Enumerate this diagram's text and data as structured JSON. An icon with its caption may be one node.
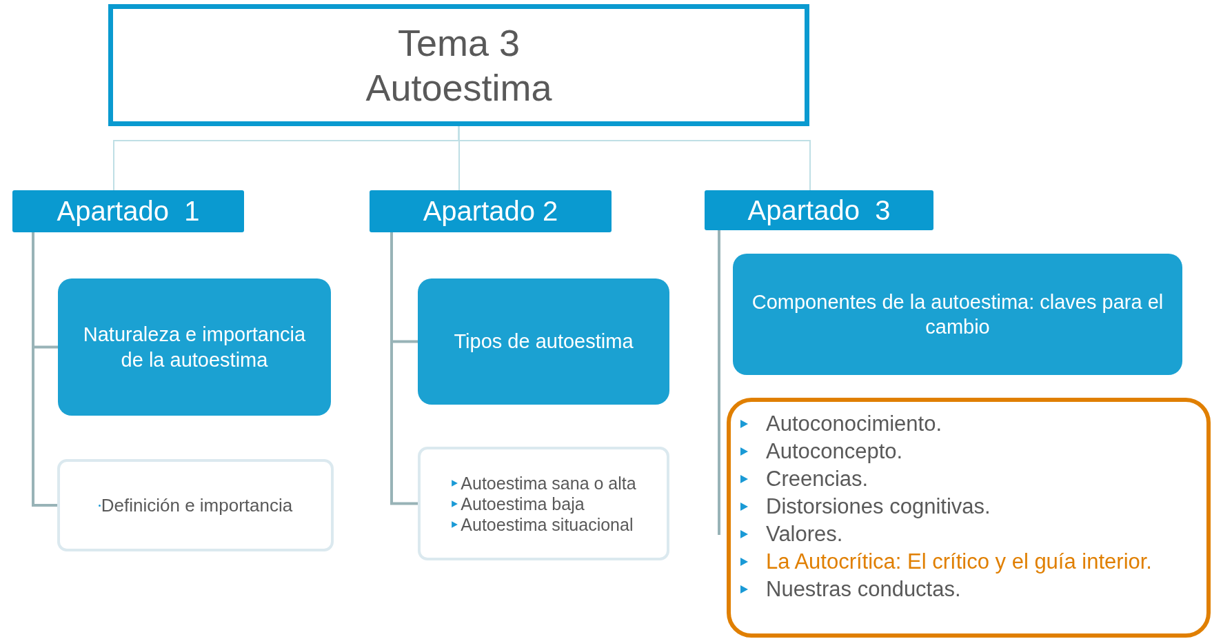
{
  "diagram": {
    "nodes": [
      {
        "text": [
          "Tema 3",
          "Autoestima"
        ]
      },
      {
        "text": [
          "Apartado  1"
        ]
      },
      {
        "text": [
          "Apartado 2"
        ]
      },
      {
        "text": [
          "Apartado  3"
        ]
      },
      {
        "text": [
          "Naturaleza e importancia de la autoestima"
        ]
      },
      {
        "text": [
          "Definición e importancia"
        ]
      },
      {
        "text": [
          "Tipos de autoestima"
        ]
      },
      {
        "text": [
          "Autoestima sana o alta",
          "Autoestima baja",
          "Autoestima situacional"
        ]
      },
      {
        "text": [
          "Componentes de la autoestima: claves para el cambio"
        ]
      },
      {
        "text": [
          "Autoconocimiento.",
          "Autoconcepto.",
          "Creencias.",
          "Distorsiones cognitivas.",
          "Valores.",
          "La Autocrítica: El crítico y el guía interior.",
          "Nuestras conductas."
        ]
      }
    ],
    "edges": [
      {
        "from": 0,
        "to": 1,
        "arrow": "none",
        "color": "#bfdfe5"
      },
      {
        "from": 0,
        "to": 2,
        "arrow": "none",
        "color": "#bfdfe5"
      },
      {
        "from": 0,
        "to": 3,
        "arrow": "none",
        "color": "#bfdfe5"
      },
      {
        "from": 1,
        "to": 4,
        "arrow": "none"
      },
      {
        "from": 1,
        "to": 5,
        "arrow": "none"
      },
      {
        "from": 2,
        "to": 6,
        "arrow": "none"
      },
      {
        "from": 2,
        "to": 7,
        "arrow": "none"
      },
      {
        "from": 3,
        "to": 9,
        "arrow": "none"
      }
    ]
  }
}
